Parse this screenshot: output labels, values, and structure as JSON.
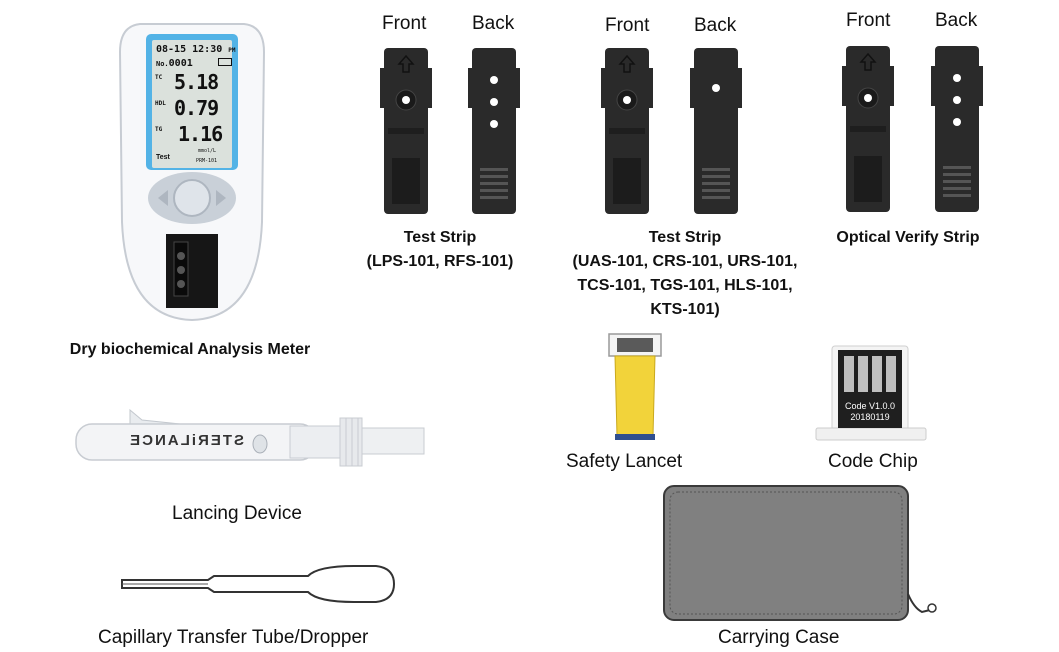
{
  "meter": {
    "caption": "Dry biochemical Analysis Meter",
    "screen": {
      "date": "08-15",
      "time": "12:30",
      "time_suffix": "PM",
      "number_prefix": "No.",
      "number": "0001",
      "rows": [
        {
          "label": "TC",
          "value": "5.18"
        },
        {
          "label": "HDL",
          "value": "0.79"
        },
        {
          "label": "TG",
          "value": "1.16"
        }
      ],
      "unit": "mmol/L",
      "mode": "Test",
      "model": "PRM-101"
    }
  },
  "strip_groups": [
    {
      "front_label": "Front",
      "back_label": "Back",
      "caption_lines": [
        "Test Strip",
        "(LPS-101, RFS-101)"
      ]
    },
    {
      "front_label": "Front",
      "back_label": "Back",
      "caption_lines": [
        "Test Strip",
        "(UAS-101, CRS-101, URS-101,",
        "TCS-101, TGS-101, HLS-101,",
        "KTS-101)"
      ]
    },
    {
      "front_label": "Front",
      "back_label": "Back",
      "caption_lines": [
        "Optical Verify Strip"
      ]
    }
  ],
  "lancet": {
    "caption": "Safety Lancet"
  },
  "code_chip": {
    "caption": "Code Chip",
    "text_line1": "Code V1.0.0",
    "text_line2": "20180119"
  },
  "lancing_device": {
    "caption": "Lancing Device",
    "brand": "STERiLANCE"
  },
  "dropper": {
    "caption": "Capillary Transfer Tube/Dropper"
  },
  "carrying_case": {
    "caption": "Carrying Case",
    "color": "#808080"
  },
  "colors": {
    "screen": "#53b3e6",
    "lcd": "#dbe1dc",
    "strip": "#2a2a2a",
    "lancet": "#f2d33a",
    "button": "#c9d0d8"
  }
}
